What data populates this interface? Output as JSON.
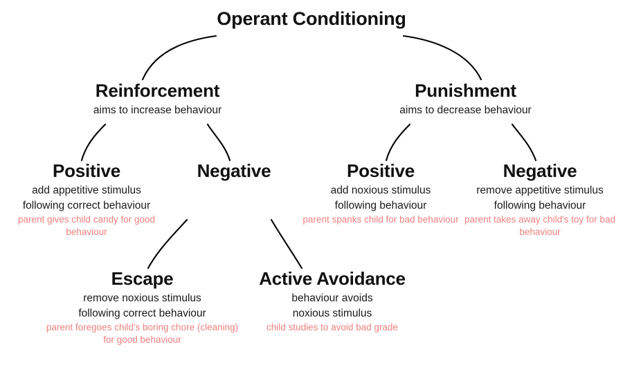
{
  "diagram": {
    "title": "Operant Conditioning",
    "colors": {
      "text": "#111111",
      "example": "#F08080",
      "edge": "#000000",
      "background": "#ffffff"
    },
    "nodes": {
      "root": {
        "title": "Operant Conditioning"
      },
      "reinforcement": {
        "title": "Reinforcement",
        "description": "aims to increase behaviour"
      },
      "punishment": {
        "title": "Punishment",
        "description": "aims to decrease behaviour"
      },
      "positive_reinforcement": {
        "title": "Positive",
        "description_line1": "add appetitive stimulus",
        "description_line2": "following correct behaviour",
        "example": "parent gives child candy for good behaviour"
      },
      "negative_reinforcement": {
        "title": "Negative"
      },
      "positive_punishment": {
        "title": "Positive",
        "description_line1": "add noxious stimulus",
        "description_line2": "following behaviour",
        "example": "parent spanks child for bad behaviour"
      },
      "negative_punishment": {
        "title": "Negative",
        "description_line1": "remove appetitive stimulus",
        "description_line2": "following behaviour",
        "example": "parent takes away child's toy for bad behaviour"
      },
      "escape": {
        "title": "Escape",
        "description_line1": "remove noxious stimulus",
        "description_line2": "following correct behaviour",
        "example": "parent foregoes child's boring chore (cleaning) for good behaviour"
      },
      "active_avoidance": {
        "title": "Active Avoidance",
        "description_line1": "behaviour avoids",
        "description_line2": "noxious stimulus",
        "example": "child studies to avoid bad grade"
      }
    },
    "edges": [
      {
        "from": "root",
        "to": "reinforcement"
      },
      {
        "from": "root",
        "to": "punishment"
      },
      {
        "from": "reinforcement",
        "to": "positive_reinforcement"
      },
      {
        "from": "reinforcement",
        "to": "negative_reinforcement"
      },
      {
        "from": "punishment",
        "to": "positive_punishment"
      },
      {
        "from": "punishment",
        "to": "negative_punishment"
      },
      {
        "from": "negative_reinforcement",
        "to": "escape"
      },
      {
        "from": "negative_reinforcement",
        "to": "active_avoidance"
      }
    ]
  }
}
